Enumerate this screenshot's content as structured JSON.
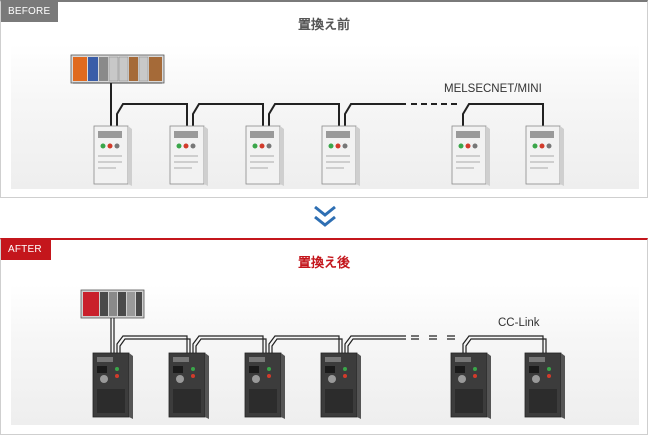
{
  "before": {
    "tag": "BEFORE",
    "title": "置換え前",
    "network_label": "MELSECNET/MINI",
    "colors": {
      "accent": "#7a7a7a",
      "cable": "#222222",
      "inverter_body": "#f2f2f2"
    },
    "inverter_count": 6
  },
  "after": {
    "tag": "AFTER",
    "title": "置換え後",
    "network_label": "CC-Link",
    "colors": {
      "accent": "#c4161c",
      "cable": "#222222",
      "inverter_body": "#3c3c3c"
    },
    "inverter_count": 6
  },
  "transition": {
    "icon": "double-chevron-down-icon",
    "color": "#2e6fb3"
  }
}
